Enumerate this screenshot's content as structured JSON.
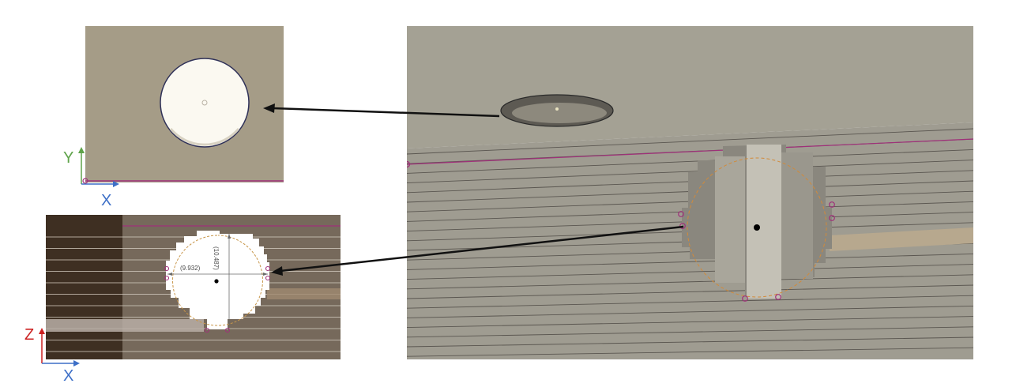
{
  "top_view": {
    "axis_x": "X",
    "axis_y": "Y"
  },
  "front_view": {
    "axis_x": "X",
    "axis_z": "Z",
    "dimension_width": "(9.932)",
    "dimension_height": "(10.487)"
  },
  "colors": {
    "plate_top": "#a59c87",
    "hole_fill": "#fbf9f1",
    "sketch_line": "#a0307a",
    "arrow": "#111111",
    "axis_x": "#3d6fc7",
    "axis_y": "#5fa34a",
    "axis_z": "#cc2020",
    "layer_face": "#a8a396",
    "layer_line": "#5a5650"
  }
}
